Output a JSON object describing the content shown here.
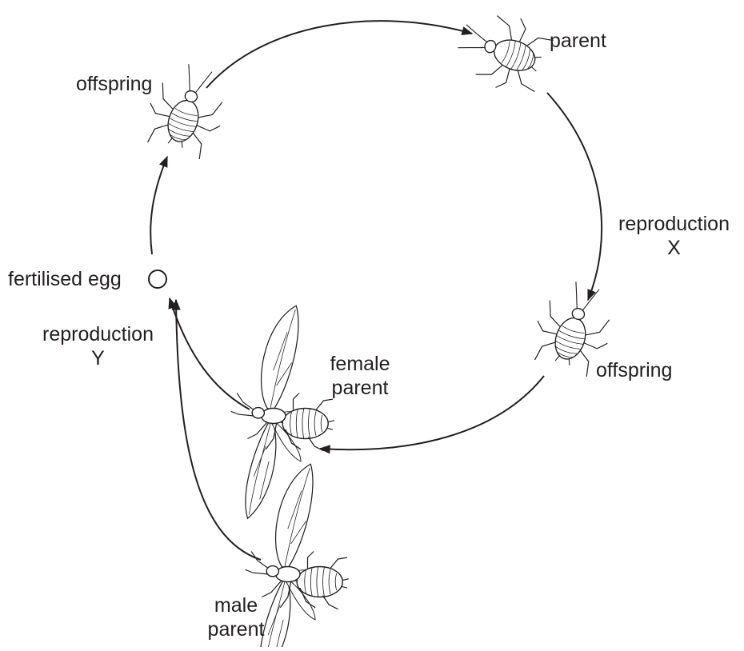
{
  "labels": {
    "parent": "parent",
    "offspring_top": "offspring",
    "reproduction_x_line1": "reproduction",
    "reproduction_x_line2": "X",
    "offspring_right": "offspring",
    "fertilised_egg": "fertilised egg",
    "reproduction_y_line1": "reproduction",
    "reproduction_y_line2": "Y",
    "female_parent_line1": "female",
    "female_parent_line2": "parent",
    "male_parent_line1": "male",
    "male_parent_line2": "parent"
  },
  "colors": {
    "ink": "#231f20",
    "background": "#ffffff"
  }
}
